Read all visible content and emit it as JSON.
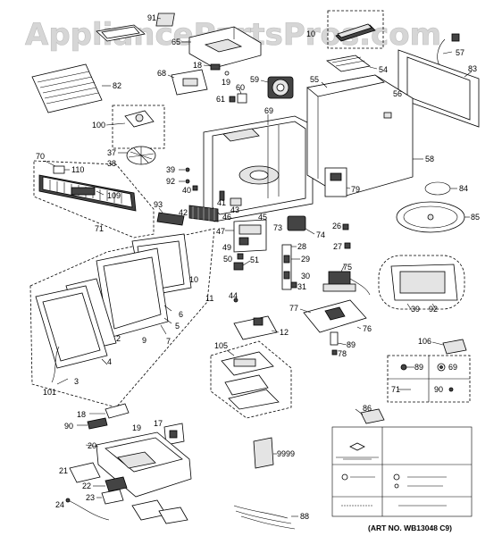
{
  "watermark": "AppliancePartsPros.com",
  "art_number": "(ART NO. WB13048 C9)",
  "labels": {
    "p91": "91",
    "p10a": "10",
    "p65": "65",
    "p18a": "18",
    "p19a": "19",
    "p68": "68",
    "p60": "60",
    "p59": "59",
    "p61": "61",
    "p55": "55",
    "p54": "54",
    "p56": "56",
    "p57": "57",
    "p83": "83",
    "p82": "82",
    "p100": "100",
    "p69a": "69",
    "p37": "37",
    "p38": "38",
    "p39a": "39",
    "p92a": "92",
    "p40": "40",
    "p41": "41",
    "p43": "43",
    "p58": "58",
    "p79": "79",
    "p84": "84",
    "p70": "70",
    "p110": "110",
    "p109": "109",
    "p71a": "71",
    "p93": "93",
    "p42": "42",
    "p46": "46",
    "p45": "45",
    "p47": "47",
    "p73": "73",
    "p74": "74",
    "p26": "26",
    "p85": "85",
    "p27": "27",
    "p28": "28",
    "p49": "49",
    "p50": "50",
    "p51": "51",
    "p29": "29",
    "p75": "75",
    "p30": "30",
    "p31": "31",
    "p10b": "10",
    "p11": "11",
    "p44": "44",
    "p6": "6",
    "p5": "5",
    "p7": "7",
    "p9": "9",
    "p2": "2",
    "p4": "4",
    "p3": "3",
    "p101": "101",
    "p77": "77",
    "p39b": "39",
    "p92b": "92",
    "p12": "12",
    "p76": "76",
    "p89a": "89",
    "p78": "78",
    "p105": "105",
    "p106": "106",
    "p89b": "89",
    "p69b": "69",
    "p71b": "71",
    "p90a": "90",
    "p18b": "18",
    "p90b": "90",
    "p19b": "19",
    "p86": "86",
    "p17": "17",
    "p20": "20",
    "p9999": "9999",
    "p21": "21",
    "p22": "22",
    "p23": "23",
    "p24": "24",
    "p88": "88"
  }
}
